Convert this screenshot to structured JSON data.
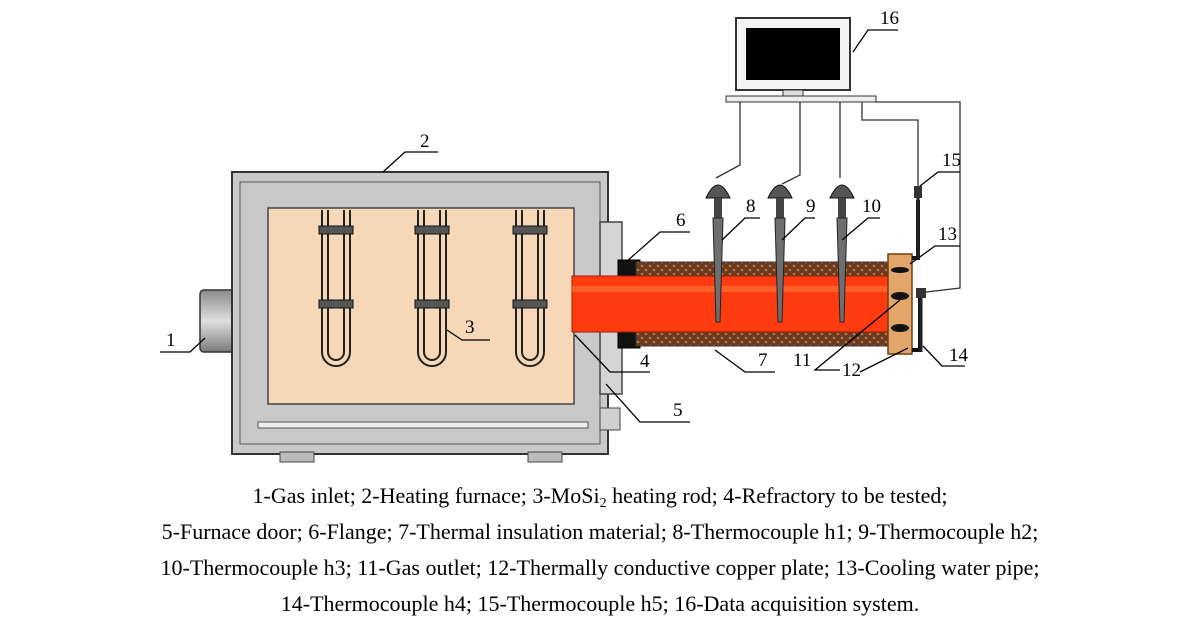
{
  "diagram": {
    "labels": {
      "n1": "1",
      "n2": "2",
      "n3": "3",
      "n4": "4",
      "n5": "5",
      "n6": "6",
      "n7": "7",
      "n8": "8",
      "n9": "9",
      "n10": "10",
      "n11": "11",
      "n12": "12",
      "n13": "13",
      "n14": "14",
      "n15": "15",
      "n16": "16"
    },
    "colors": {
      "furnace_body": "#c9c9c9",
      "furnace_inner": "#f6d7b8",
      "refractory": "#ff3b0f",
      "insulation": "#6b3a1f",
      "copper_plate": "#e2a56a",
      "monitor_screen": "#000000"
    }
  },
  "caption": {
    "line1_a": "1-Gas inlet; 2-Heating furnace; 3-MoSi",
    "line1_sub": "2",
    "line1_b": " heating rod; 4-Refractory to be tested;",
    "line2": "5-Furnace door; 6-Flange; 7-Thermal insulation material; 8-Thermocouple h1; 9-Thermocouple h2;",
    "line3": "10-Thermocouple h3; 11-Gas outlet; 12-Thermally conductive copper plate; 13-Cooling water pipe;",
    "line4": "14-Thermocouple h4; 15-Thermocouple h5; 16-Data acquisition system."
  }
}
